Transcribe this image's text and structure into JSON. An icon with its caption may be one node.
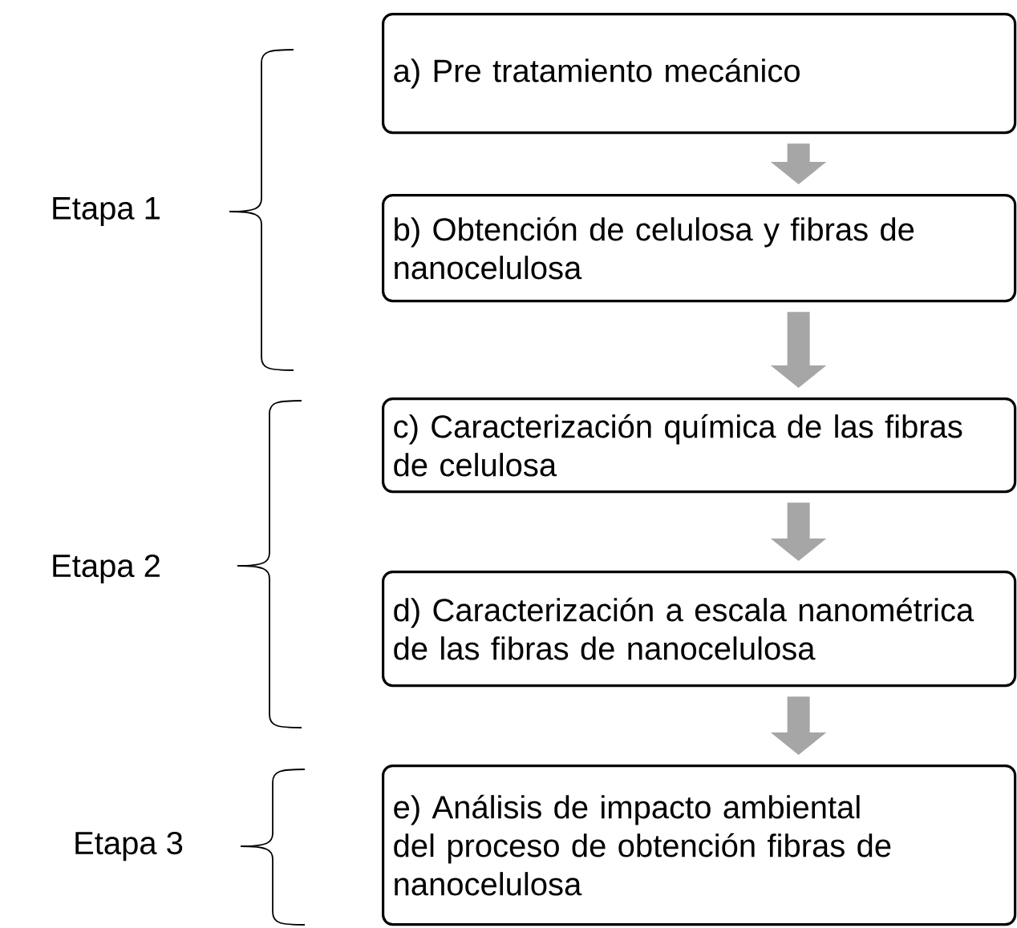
{
  "diagram": {
    "nodes": [
      {
        "text": [
          "a) Pre tratamiento mecánico"
        ]
      },
      {
        "text": [
          "b) Obtención de celulosa y fibras de nanocelulosa"
        ]
      },
      {
        "text": [
          "c) Caracterización química de las fibras de celulosa"
        ]
      },
      {
        "text": [
          "d) Caracterización a escala nanométrica de las fibras de nanocelulosa"
        ]
      },
      {
        "text": [
          "e) Análisis de impacto ambiental del proceso de obtención fibras de nanocelulosa"
        ]
      }
    ],
    "edges": [
      {
        "from": 0,
        "to": 1,
        "arrow": "to"
      },
      {
        "from": 1,
        "to": 2,
        "arrow": "to"
      },
      {
        "from": 2,
        "to": 3,
        "arrow": "to"
      },
      {
        "from": 3,
        "to": 4,
        "arrow": "to"
      }
    ],
    "labels": [
      "Etapa 1",
      "Etapa 2",
      "Etapa 3"
    ]
  }
}
